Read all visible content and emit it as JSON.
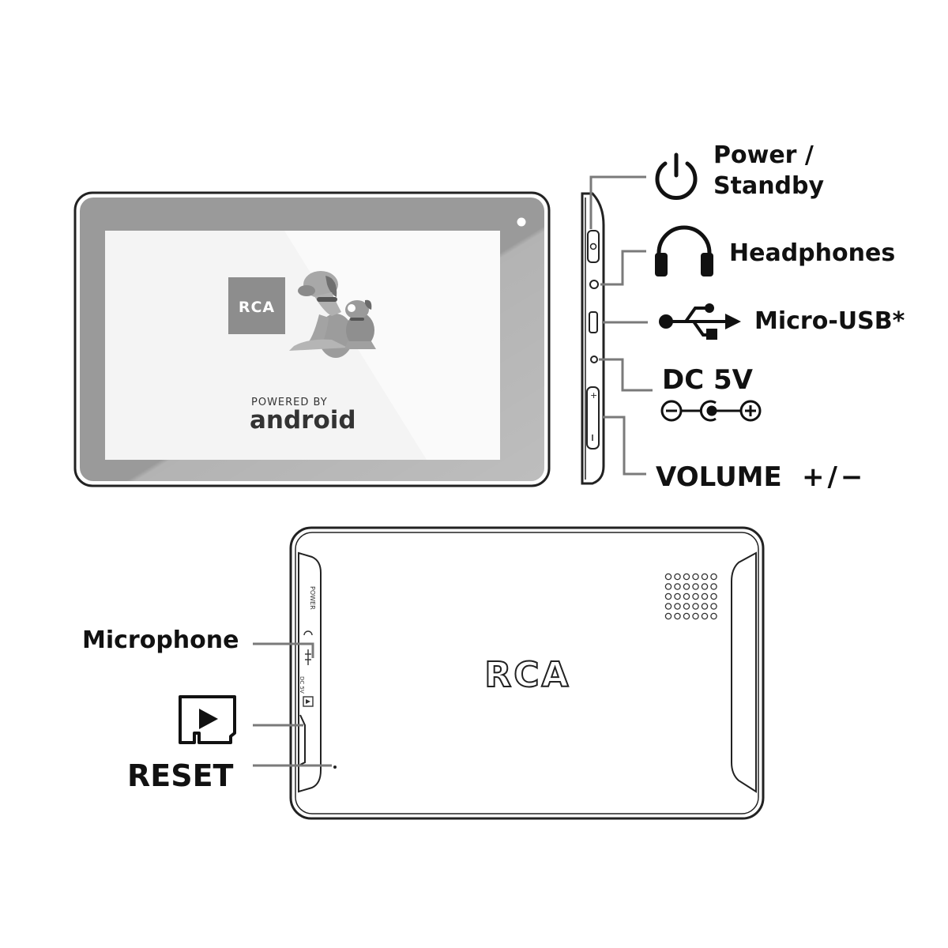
{
  "front": {
    "screen_logo": "RCA",
    "powered_by": "POWERED BY",
    "android": "android"
  },
  "side_labels": {
    "power_line1": "Power /",
    "power_line2": "Standby",
    "headphones": "Headphones",
    "micro_usb": "Micro-USB*",
    "dc": "DC 5V",
    "volume": "VOLUME",
    "volume_sign": "+/−"
  },
  "back": {
    "logo": "RCA",
    "side_power": "POWER",
    "side_dc": "DC 5V"
  },
  "back_labels": {
    "microphone": "Microphone",
    "reset": "RESET"
  },
  "icons": [
    "power-icon",
    "headphones-icon",
    "usb-icon",
    "dc-polarity-icon",
    "microsd-card-icon",
    "speaker-grille-icon"
  ],
  "colors": {
    "outline": "#222222",
    "bezel": "#9a9a9a",
    "screen": "#f2f2f2",
    "leader_line": "#7a7a7a"
  }
}
